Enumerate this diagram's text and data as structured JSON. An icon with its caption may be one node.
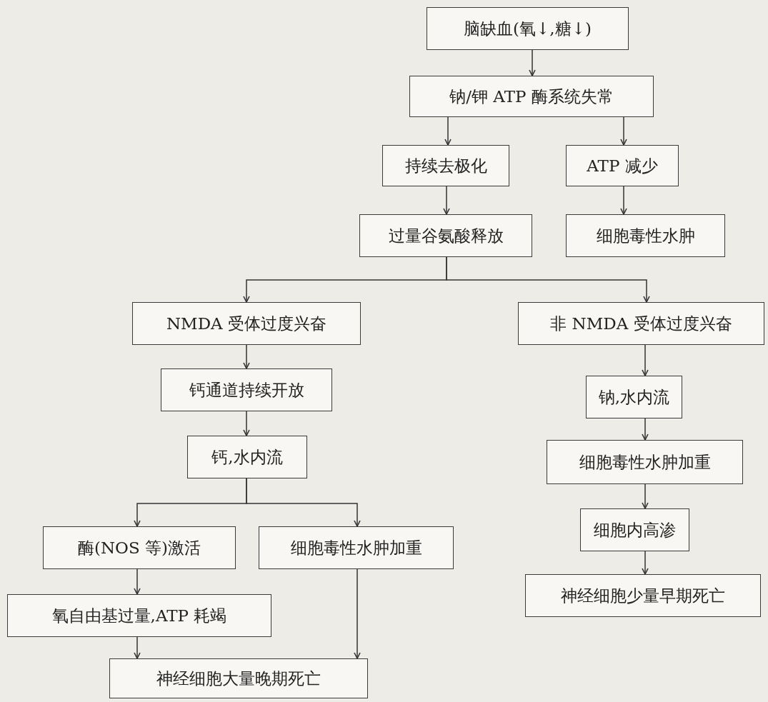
{
  "diagram": {
    "nodes": [
      {
        "text": [
          "脑缺血(氧↓,糖↓)"
        ]
      },
      {
        "text": [
          "钠/钾 ATP 酶系统失常"
        ]
      },
      {
        "text": [
          "持续去极化"
        ]
      },
      {
        "text": [
          "ATP 减少"
        ]
      },
      {
        "text": [
          "过量谷氨酸释放"
        ]
      },
      {
        "text": [
          "细胞毒性水肿"
        ]
      },
      {
        "text": [
          "NMDA 受体过度兴奋"
        ]
      },
      {
        "text": [
          "非 NMDA 受体过度兴奋"
        ]
      },
      {
        "text": [
          "钙通道持续开放"
        ]
      },
      {
        "text": [
          "钠,水内流"
        ]
      },
      {
        "text": [
          "钙,水内流"
        ]
      },
      {
        "text": [
          "细胞毒性水肿加重"
        ]
      },
      {
        "text": [
          "酶(NOS 等)激活"
        ]
      },
      {
        "text": [
          "细胞毒性水肿加重"
        ]
      },
      {
        "text": [
          "细胞内高渗"
        ]
      },
      {
        "text": [
          "氧自由基过量,ATP 耗竭"
        ]
      },
      {
        "text": [
          "神经细胞少量早期死亡"
        ]
      },
      {
        "text": [
          "神经细胞大量晚期死亡"
        ]
      }
    ],
    "edges": [
      {
        "from": 0,
        "to": 1,
        "arrow": "to"
      },
      {
        "from": 1,
        "to": 2,
        "arrow": "to"
      },
      {
        "from": 1,
        "to": 3,
        "arrow": "to"
      },
      {
        "from": 2,
        "to": 4,
        "arrow": "to"
      },
      {
        "from": 3,
        "to": 5,
        "arrow": "to"
      },
      {
        "from": 4,
        "to": 6,
        "arrow": "to"
      },
      {
        "from": 4,
        "to": 7,
        "arrow": "to"
      },
      {
        "from": 6,
        "to": 8,
        "arrow": "to"
      },
      {
        "from": 8,
        "to": 10,
        "arrow": "to"
      },
      {
        "from": 10,
        "to": 12,
        "arrow": "to"
      },
      {
        "from": 10,
        "to": 13,
        "arrow": "to"
      },
      {
        "from": 12,
        "to": 15,
        "arrow": "to"
      },
      {
        "from": 15,
        "to": 17,
        "arrow": "to"
      },
      {
        "from": 13,
        "to": 17,
        "arrow": "to"
      },
      {
        "from": 7,
        "to": 9,
        "arrow": "to"
      },
      {
        "from": 9,
        "to": 11,
        "arrow": "to"
      },
      {
        "from": 11,
        "to": 14,
        "arrow": "to"
      },
      {
        "from": 14,
        "to": 16,
        "arrow": "to"
      }
    ]
  }
}
